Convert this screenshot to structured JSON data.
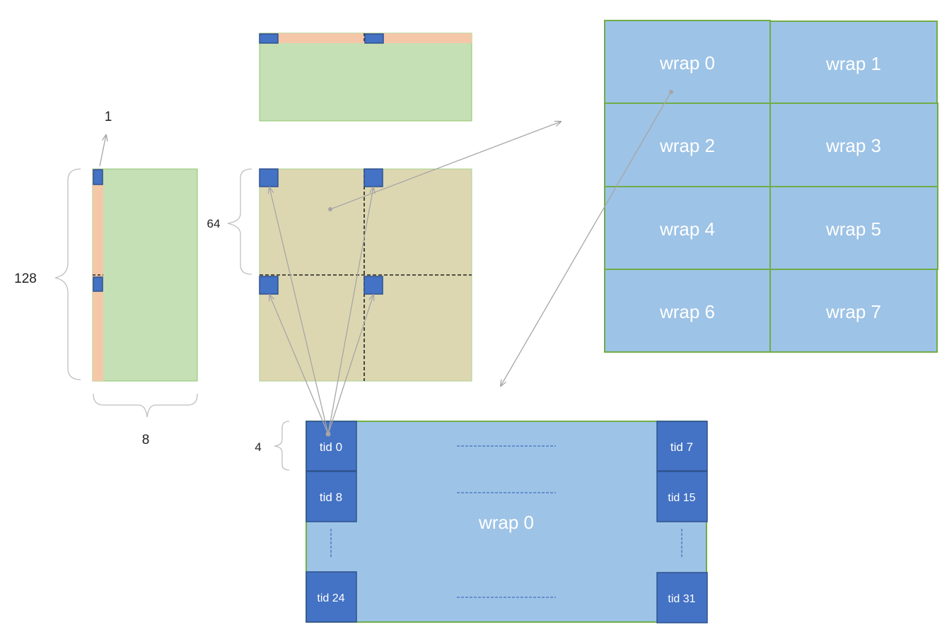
{
  "labels": {
    "dim_1": "1",
    "dim_128": "128",
    "dim_8": "8",
    "dim_64": "64",
    "dim_4": "4"
  },
  "warp_grid": [
    "wrap 0",
    "wrap 1",
    "wrap 2",
    "wrap 3",
    "wrap 4",
    "wrap 5",
    "wrap 6",
    "wrap 7"
  ],
  "warp_detail": {
    "title": "wrap 0",
    "tids": [
      "tid 0",
      "tid 7",
      "tid 8",
      "tid 15",
      "tid 24",
      "tid 31"
    ]
  },
  "colors": {
    "green": "#c5e0b4",
    "green_border": "#8fc46f",
    "salmon": "#f4c7a8",
    "tan": "#ddd7b1",
    "light_blue": "#9dc3e6",
    "dark_blue": "#4472c4",
    "dark_blue_border": "#2f528f",
    "grid_border": "#70ad47",
    "arrow": "#a6a6a6",
    "brace": "#bfbfbf",
    "dashed_blue": "#4472c4"
  }
}
